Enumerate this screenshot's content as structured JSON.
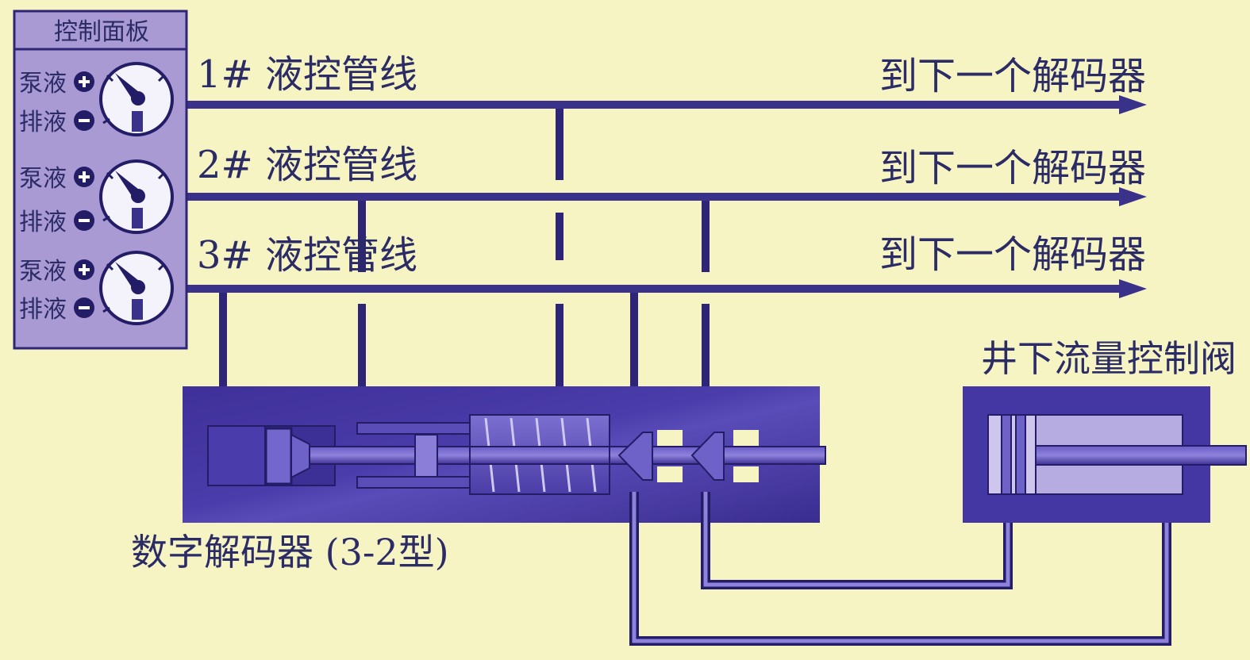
{
  "colors": {
    "background": "#f7f4c4",
    "line": "#3a318a",
    "line_dark": "#231c66",
    "panel": "#a99ad4",
    "decoder_body": "#4537a3",
    "valve_body": "#4537a3",
    "text": "#2b2b66"
  },
  "control_panel": {
    "title": "控制面板",
    "gauges": [
      {
        "pump_label": "泵液",
        "drain_label": "排液",
        "pump_icon": "plus-circle-icon",
        "drain_icon": "minus-circle-icon"
      },
      {
        "pump_label": "泵液",
        "drain_label": "排液",
        "pump_icon": "plus-circle-icon",
        "drain_icon": "minus-circle-icon"
      },
      {
        "pump_label": "泵液",
        "drain_label": "排液",
        "pump_icon": "plus-circle-icon",
        "drain_icon": "minus-circle-icon"
      }
    ]
  },
  "lines": [
    {
      "label": "1# 液控管线",
      "destination": "到下一个解码器"
    },
    {
      "label": "2# 液控管线",
      "destination": "到下一个解码器"
    },
    {
      "label": "3# 液控管线",
      "destination": "到下一个解码器"
    }
  ],
  "decoder": {
    "label": "数字解码器 (3-2型)"
  },
  "valve": {
    "label": "井下流量控制阀"
  }
}
